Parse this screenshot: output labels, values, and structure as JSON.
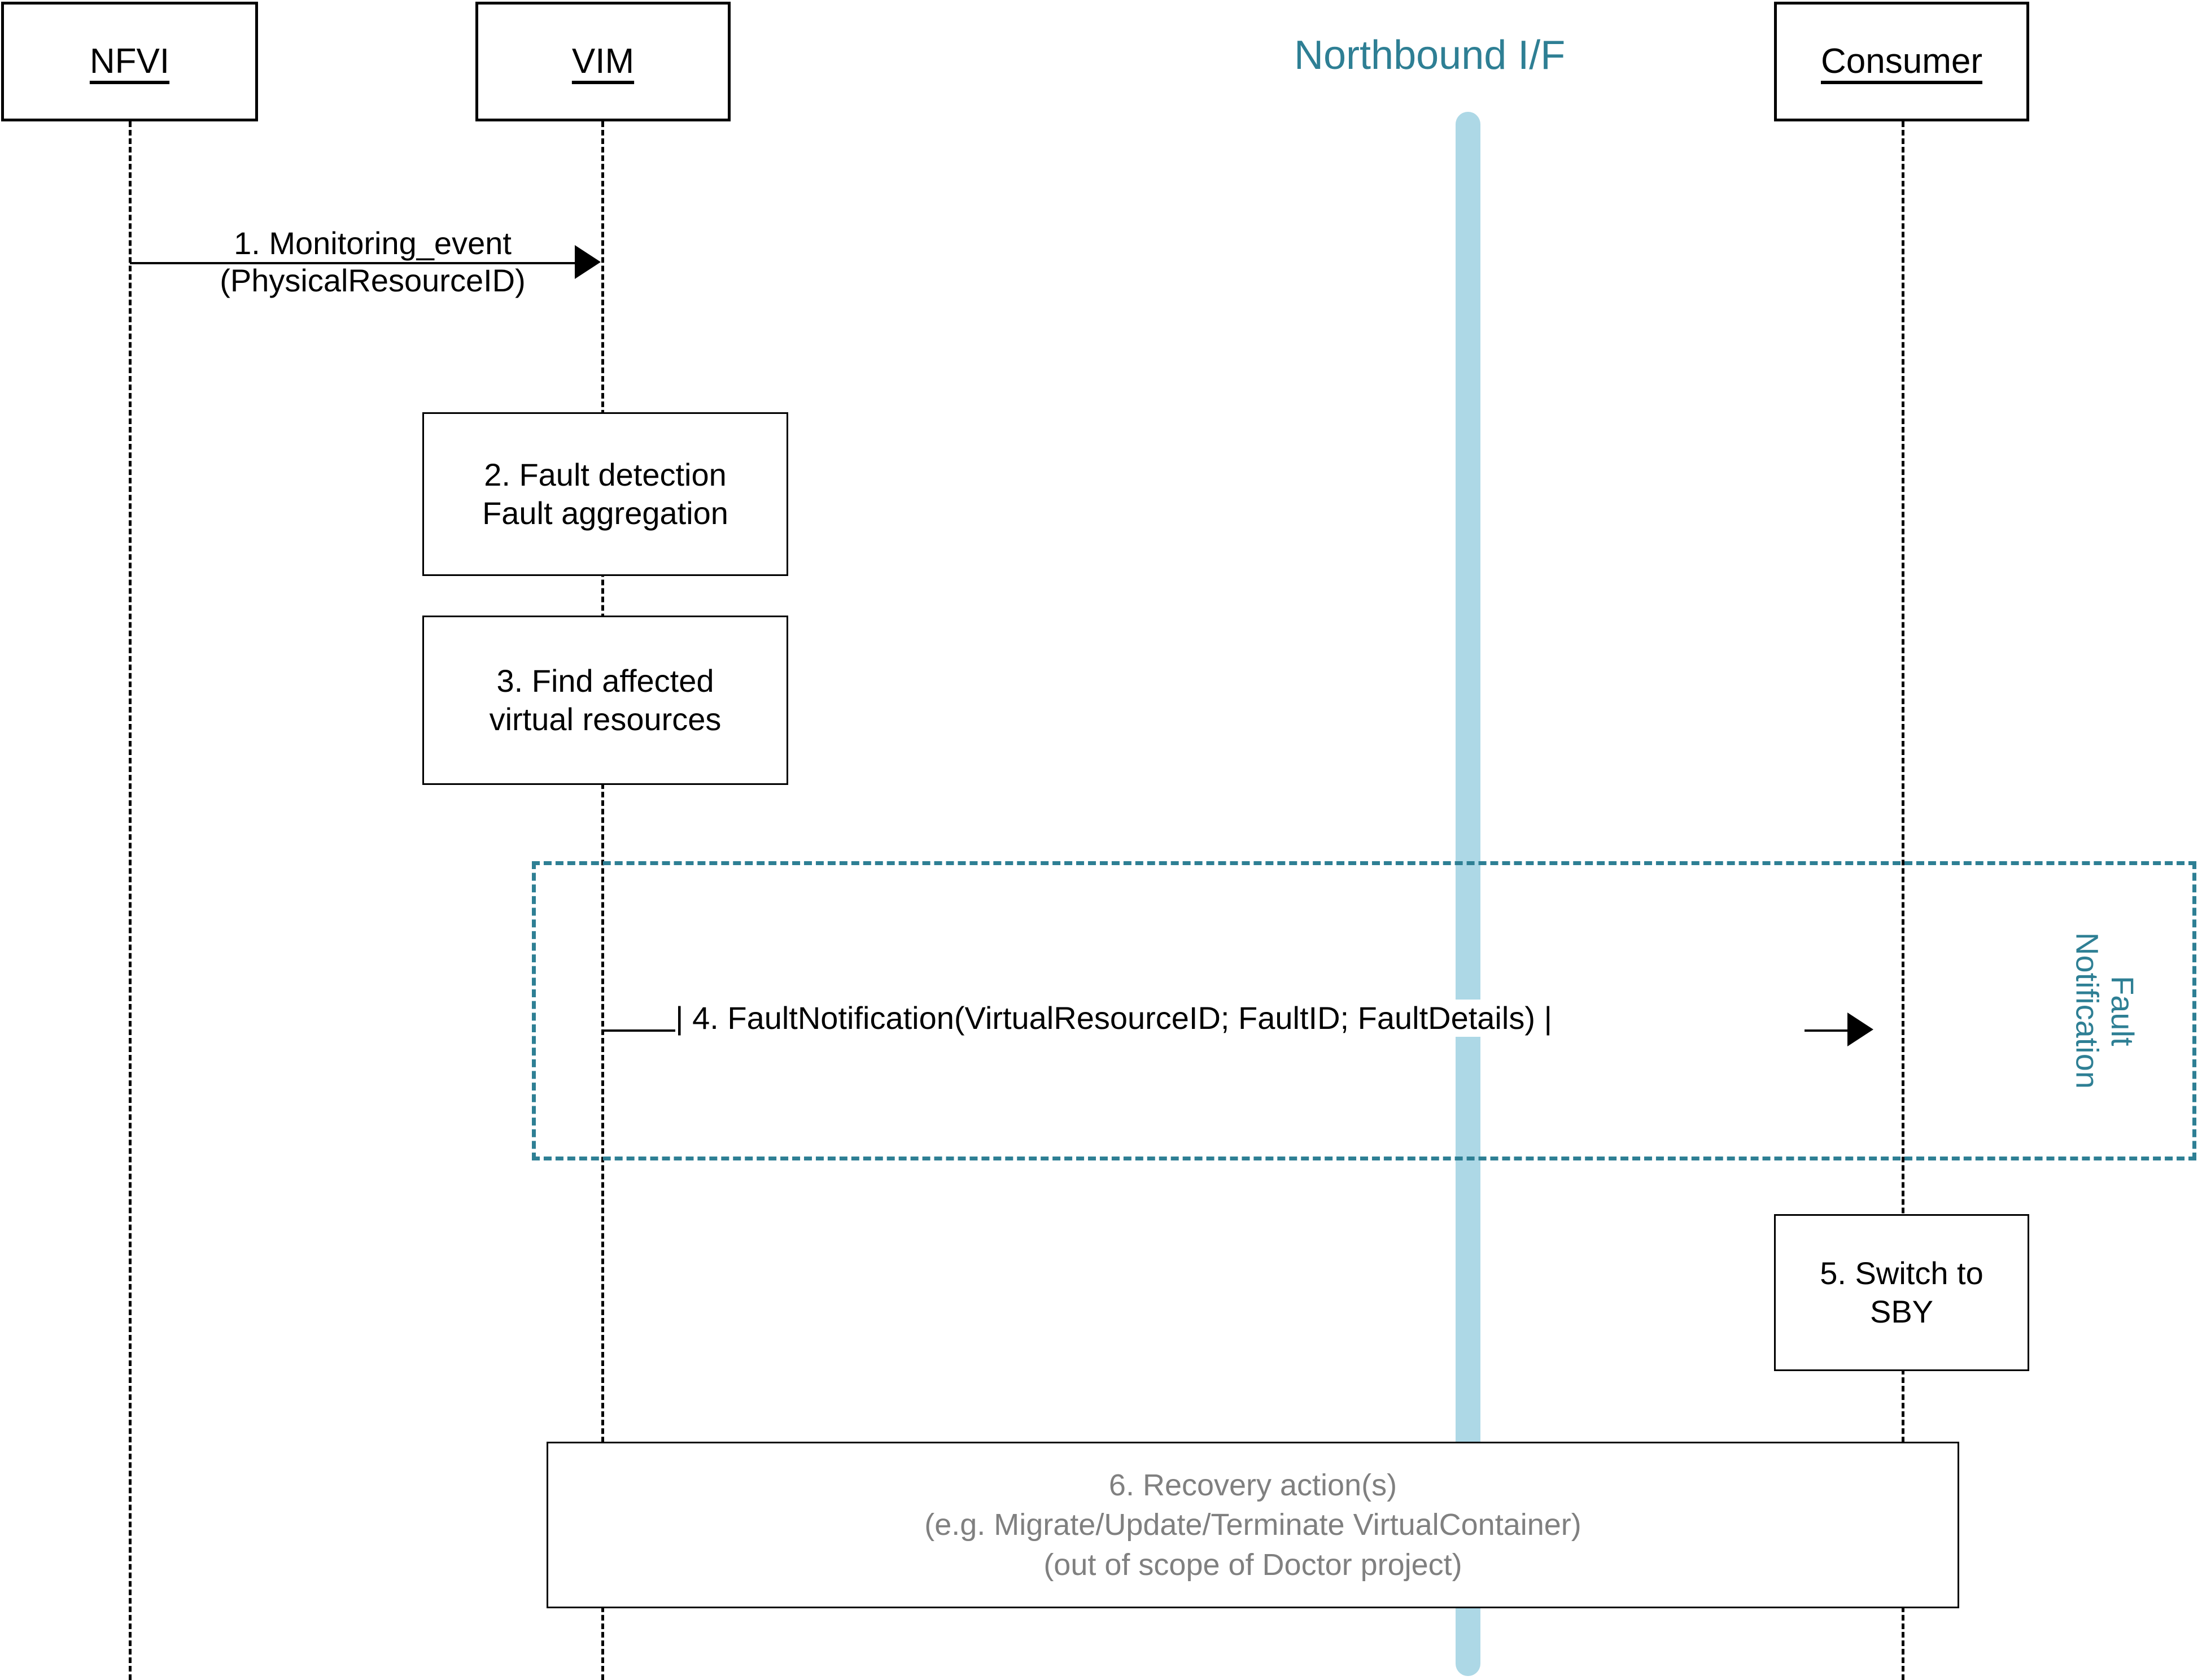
{
  "diagram": {
    "kind": "uml-sequence-diagram",
    "colors": {
      "accent_teal": "#2E7F94",
      "interface_bar_light_blue": "#ADD8E6",
      "text_black": "#000000",
      "text_grey": "#808080",
      "background": "#FFFFFF"
    }
  },
  "participants": [
    {
      "id": "nfvi",
      "label": "NFVI"
    },
    {
      "id": "vim",
      "label": "VIM"
    },
    {
      "id": "consumer",
      "label": "Consumer"
    }
  ],
  "interface": {
    "title": "Northbound I/F"
  },
  "messages": [
    {
      "number": "1",
      "from": "nfvi",
      "to": "vim",
      "lines": [
        "1. Monitoring_event",
        "(PhysicalResourceID)"
      ]
    },
    {
      "number": "4",
      "from": "vim",
      "to": "consumer",
      "lines": [
        "| 4. FaultNotification(VirtualResourceID; FaultID; FaultDetails) |"
      ]
    }
  ],
  "activities": [
    {
      "number": "2",
      "on": "vim",
      "lines": [
        "2. Fault detection",
        "Fault aggregation"
      ]
    },
    {
      "number": "3",
      "on": "vim",
      "lines": [
        "3. Find affected",
        "virtual resources"
      ]
    },
    {
      "number": "5",
      "on": "consumer",
      "lines": [
        "5. Switch to",
        "SBY"
      ]
    }
  ],
  "fragment": {
    "label_lines": [
      "Fault",
      "Notification"
    ],
    "label_text": "Fault Notification"
  },
  "recovery": {
    "lines": [
      "6. Recovery action(s)",
      "(e.g. Migrate/Update/Terminate VirtualContainer)",
      "(out of scope of Doctor project)"
    ]
  }
}
